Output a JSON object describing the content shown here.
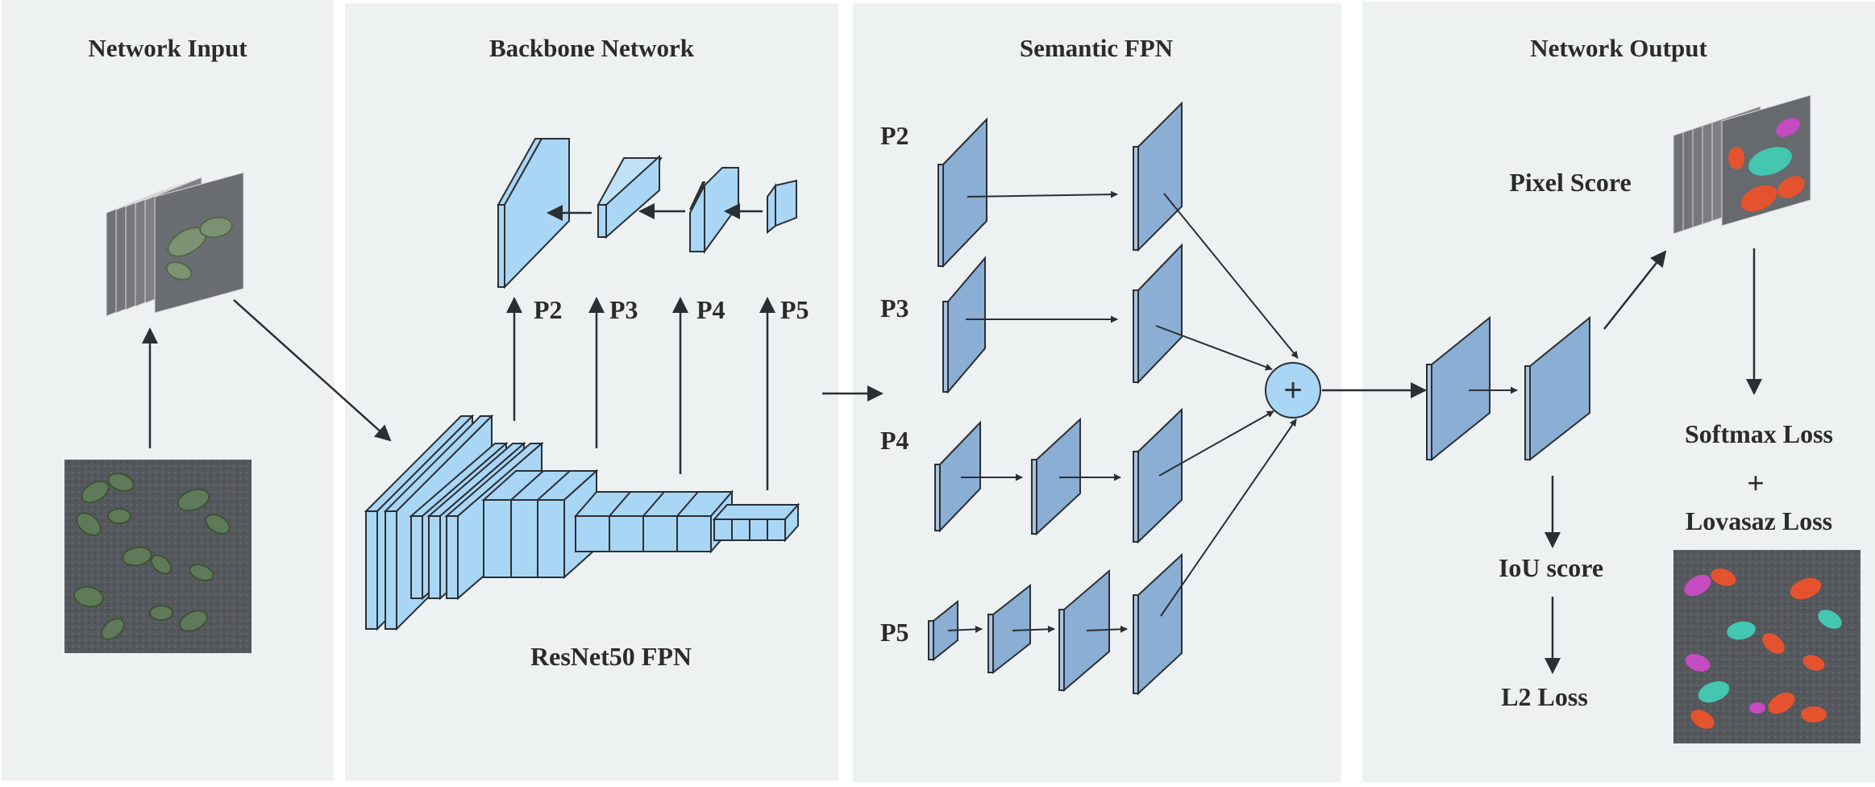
{
  "panels": {
    "input": {
      "title": "Network Input"
    },
    "backbone": {
      "title": "Backbone Network",
      "model": "ResNet50 FPN"
    },
    "fpn": {
      "title": "Semantic FPN"
    },
    "output": {
      "title": "Network Output"
    }
  },
  "backbone_levels": [
    "P2",
    "P3",
    "P4",
    "P5"
  ],
  "fpn_levels": [
    "P2",
    "P3",
    "P4",
    "P5"
  ],
  "fusion_symbol": "+",
  "outputs": {
    "pixel_score": "Pixel Score",
    "iou_score": "IoU score",
    "l2_loss": "L2 Loss",
    "softmax_loss": "Softmax Loss",
    "plus": "+",
    "lovasz_loss": "Lovasaz Loss"
  },
  "colors": {
    "panel_bg": "#eef1f2",
    "backbone_block": "#a9d6f5",
    "fpn_block": "#8aaed4",
    "arrow": "#2b2f33",
    "fusion_fill": "#a9d6f5"
  }
}
